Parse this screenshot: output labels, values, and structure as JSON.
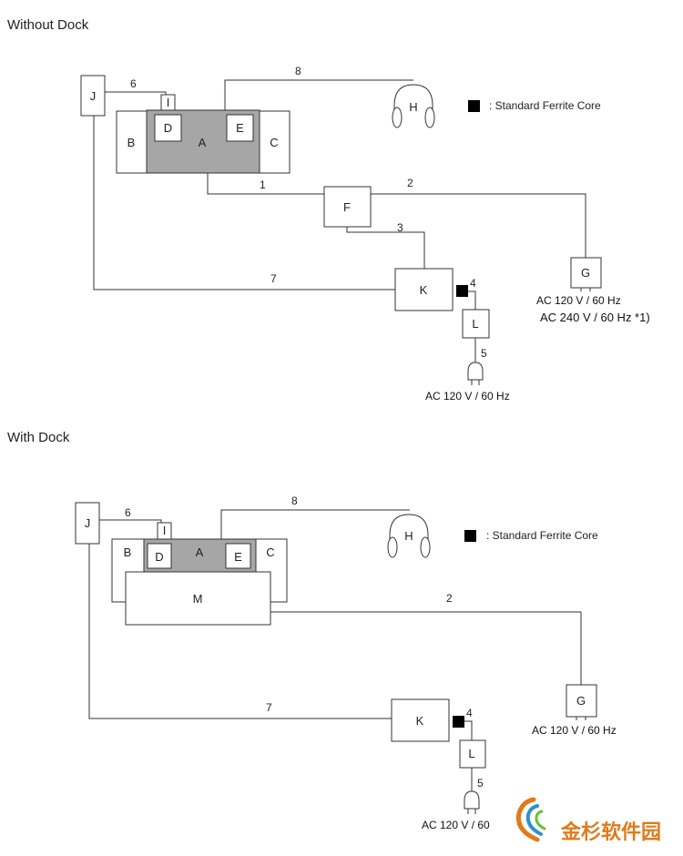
{
  "sections": {
    "without_dock": "Without Dock",
    "with_dock": "With Dock"
  },
  "legend": {
    "text": ": Standard Ferrite Core"
  },
  "components": {
    "A": "A",
    "B": "B",
    "C": "C",
    "D": "D",
    "E": "E",
    "F": "F",
    "G": "G",
    "H": "H",
    "I": "I",
    "J": "J",
    "K": "K",
    "L": "L",
    "M": "M"
  },
  "cables": {
    "c1": "1",
    "c2": "2",
    "c3": "3",
    "c4": "4",
    "c5": "5",
    "c6": "6",
    "c7": "7",
    "c8": "8"
  },
  "power": {
    "top_g_line1": "AC 120 V / 60 Hz",
    "top_g_line2": "AC 240 V / 60 Hz *1)",
    "top_plug": "AC 120 V / 60 Hz",
    "bottom_g": "AC 120 V / 60 Hz",
    "bottom_plug": "AC 120 V / 60"
  },
  "watermark": {
    "text": "金杉软件园",
    "colors": [
      "#e07a1a",
      "#2f8fd0",
      "#6bbf3a"
    ]
  }
}
